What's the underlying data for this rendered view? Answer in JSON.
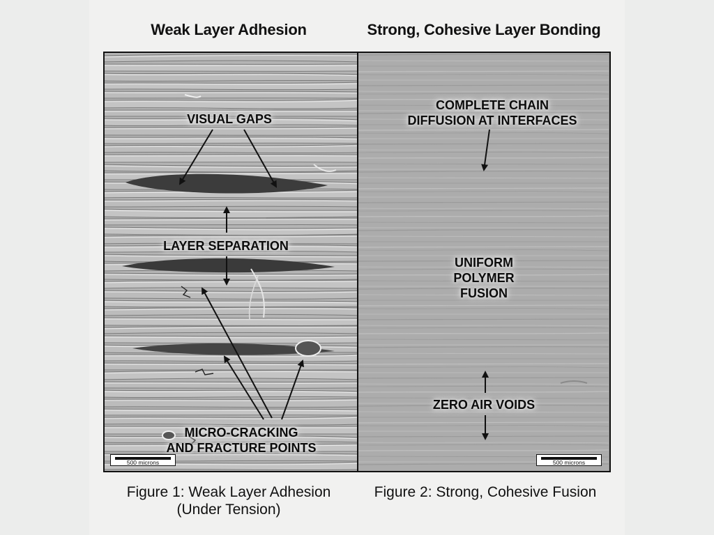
{
  "headers": {
    "left": "Weak Layer Adhesion",
    "right": "Strong, Cohesive Layer Bonding"
  },
  "left_panel": {
    "labels": {
      "visual_gaps": "VISUAL GAPS",
      "layer_separation": "LAYER SEPARATION",
      "micro_cracking_line1": "MICRO-CRACKING",
      "micro_cracking_line2": "AND FRACTURE POINTS"
    },
    "scale_bar": "500 microns"
  },
  "right_panel": {
    "labels": {
      "chain_diffusion_line1": "COMPLETE CHAIN",
      "chain_diffusion_line2": "DIFFUSION AT INTERFACES",
      "uniform_line1": "UNIFORM",
      "uniform_line2": "POLYMER",
      "uniform_line3": "FUSION",
      "zero_voids": "ZERO AIR VOIDS"
    },
    "scale_bar": "500 microns"
  },
  "captions": {
    "left_line1": "Figure 1: Weak Layer Adhesion",
    "left_line2": "(Under Tension)",
    "right": "Figure 2: Strong, Cohesive Fusion"
  },
  "colors": {
    "background": "#ecedec",
    "left_texture": "#b9b9b9",
    "right_texture": "#adadad",
    "gap": "#3a3a3a",
    "border": "#111111"
  }
}
